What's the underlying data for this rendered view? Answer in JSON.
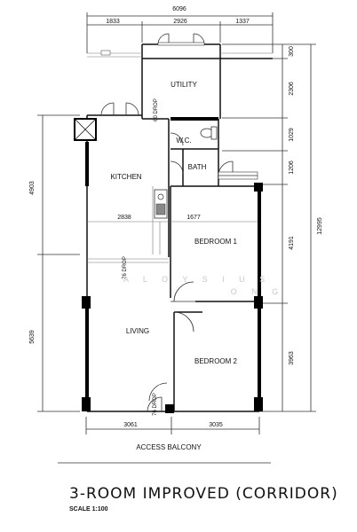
{
  "dimensions": {
    "overall_width": "6096",
    "top": [
      "1833",
      "2926",
      "1337"
    ],
    "bottom": [
      "3061",
      "3035"
    ],
    "right_segments": [
      "300",
      "2306",
      "1029",
      "1206",
      "4191",
      "3963"
    ],
    "right_total": "12995",
    "left": [
      "4903",
      "5639"
    ],
    "inner": [
      "2838",
      "1677"
    ]
  },
  "rooms": {
    "utility": "UTILITY",
    "wc": "W.C.",
    "bath": "BATH",
    "kitchen": "KITCHEN",
    "bedroom1": "BEDROOM 1",
    "living": "LIVING",
    "bedroom2": "BEDROOM 2"
  },
  "drops": {
    "utility": "60 DROP",
    "middle": "76 DROP",
    "entrance": "76 DROP"
  },
  "access": "ACCESS  BALCONY",
  "watermark": [
    "A L O Y S I U S",
    "O N G"
  ],
  "title": "3-ROOM IMPROVED (CORRIDOR)",
  "scale": "SCALE  1:100"
}
